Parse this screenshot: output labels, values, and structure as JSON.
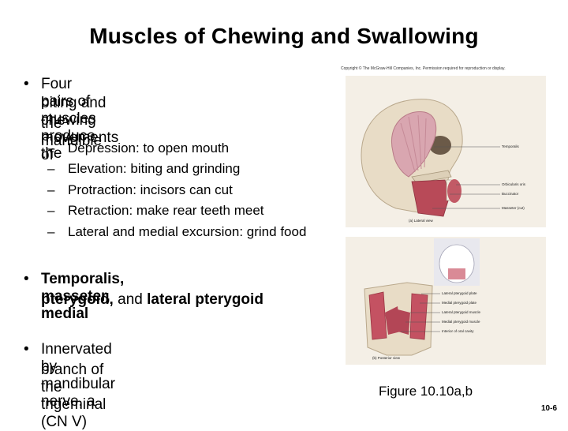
{
  "title": "Muscles of Chewing and Swallowing",
  "copyright": "Copyright © The McGraw-Hill Companies, Inc. Permission required for reproduction or display.",
  "bullets": {
    "b1": {
      "line1": "Four pairs of muscles produce the",
      "line2": "biting and chewing movements of",
      "line3": "the mandible",
      "subs": [
        "Depression: to open mouth",
        "Elevation: biting and grinding",
        "Protraction: incisors can cut",
        "Retraction: make rear teeth meet",
        "Lateral and medial excursion: grind food"
      ]
    },
    "b2": {
      "l1_bold_1": "Temporalis, masseter, medial",
      "l2_bold": "pterygoid,",
      "l2_plain": " and ",
      "l2_bold_2": "lateral pterygoid"
    },
    "b3": {
      "line1": "Innervated by mandibular nerve, a",
      "line2": "branch of the trigeminal (CN V)"
    }
  },
  "figure": {
    "top_labels": [
      "Temporalis",
      "Orbicularis oris",
      "Buccinator",
      "Masseter (cut)"
    ],
    "top_view": "(a) Lateral view",
    "bottom_labels": [
      "Lateral pterygoid plate",
      "Medial pterygoid plate",
      "Lateral pterygoid muscle",
      "Medial pterygoid muscle",
      "Interior of oral cavity"
    ],
    "bottom_view": "(b) Posterior view",
    "caption": "Figure 10.10a,b"
  },
  "page_number": "10-6"
}
